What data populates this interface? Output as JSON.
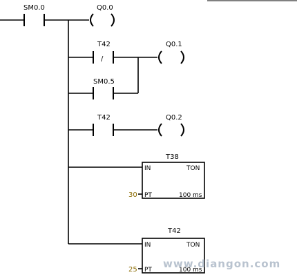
{
  "rungs": {
    "main_contact": {
      "label": "SM0.0"
    },
    "coil_q00": {
      "label": "Q0.0"
    },
    "contact_t42_nc": {
      "label": "T42",
      "mark": "/"
    },
    "coil_q01": {
      "label": "Q0.1"
    },
    "contact_sm05": {
      "label": "SM0.5"
    },
    "contact_t42_no": {
      "label": "T42"
    },
    "coil_q02": {
      "label": "Q0.2"
    }
  },
  "timers": [
    {
      "name": "T38",
      "in": "IN",
      "type": "TON",
      "pt": "PT",
      "preset": "30",
      "base": "100 ms"
    },
    {
      "name": "T42",
      "in": "IN",
      "type": "TON",
      "pt": "PT",
      "preset": "25",
      "base": "100 ms"
    }
  ],
  "colors": {
    "wire": "#000000",
    "preset": "#8a6a00",
    "watermark": "#b9c3cf"
  },
  "watermark": "www.diangon.com"
}
